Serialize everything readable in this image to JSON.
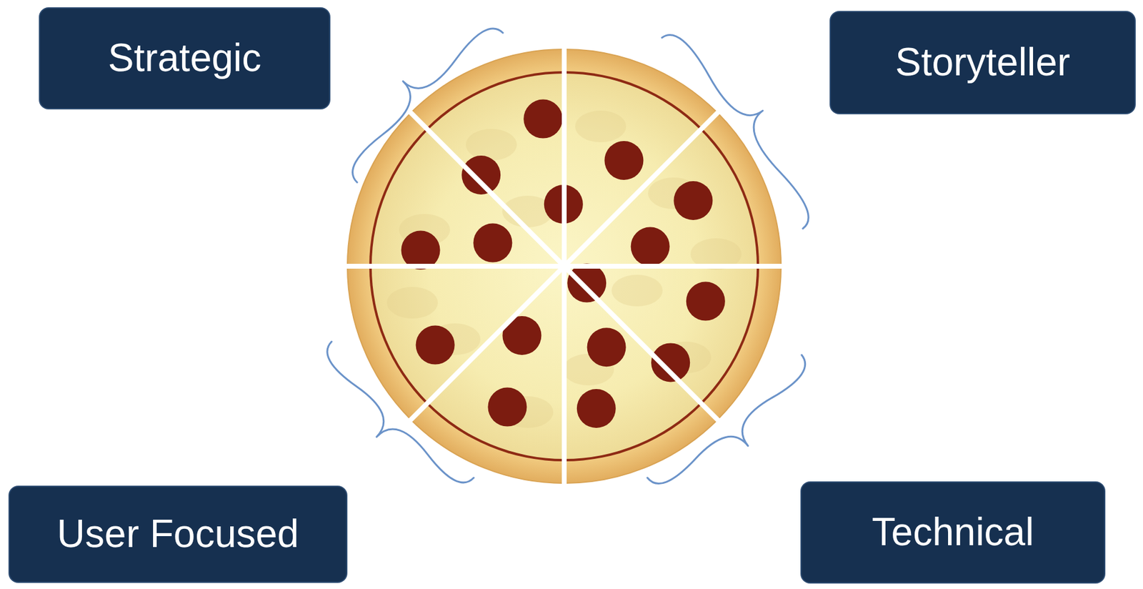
{
  "diagram": {
    "nodes": [
      {
        "text": [
          "Strategic"
        ]
      },
      {
        "text": [
          "Storyteller"
        ]
      },
      {
        "text": [
          "User Focused"
        ]
      },
      {
        "text": [
          "Technical"
        ]
      }
    ]
  }
}
